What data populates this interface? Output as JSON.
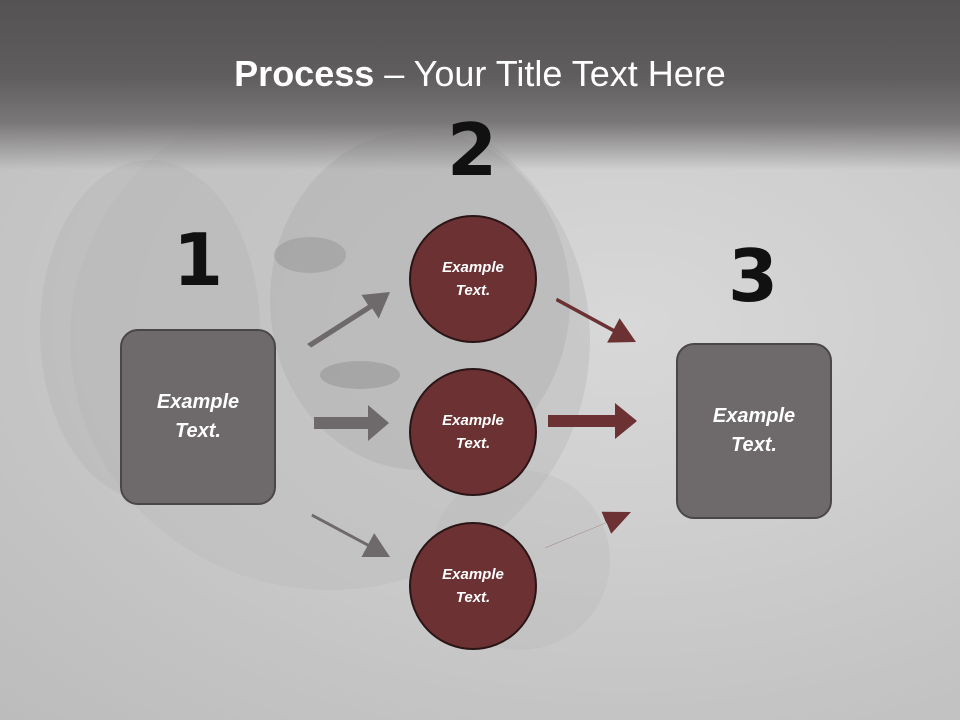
{
  "title": {
    "bold": "Process",
    "rest": " – Your Title Text Here"
  },
  "steps": {
    "one": "1",
    "two": "2",
    "three": "3"
  },
  "boxes": {
    "left": "Example\nText.",
    "right": "Example\nText."
  },
  "circles": {
    "top": "Example\nText.",
    "middle": "Example\nText.",
    "bottom": "Example\nText."
  },
  "colors": {
    "arrow_gray": "#6e6a6b",
    "arrow_red": "#6b3133",
    "box_fill": "#6e6a6b",
    "circle_fill": "#6b3133"
  }
}
